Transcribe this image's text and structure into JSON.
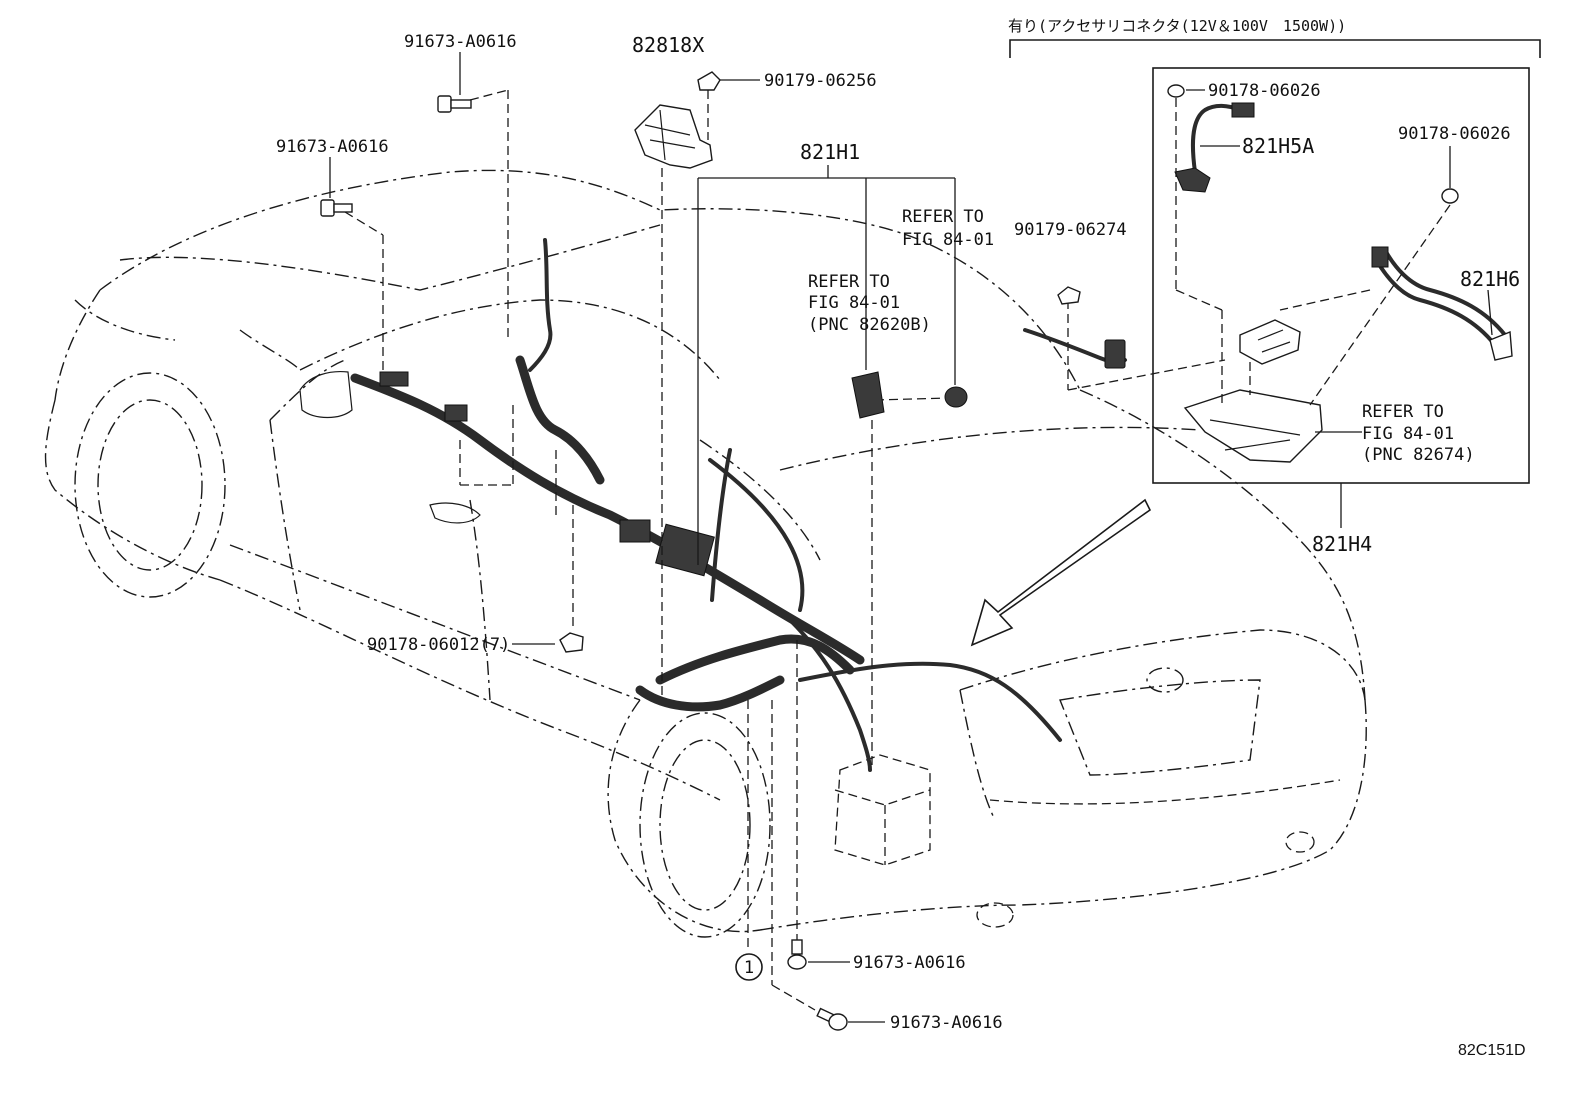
{
  "header_note": "有り(アクセサリコネクタ(12V＆100V　1500W))",
  "diagram_code": "82C151D",
  "callout_number": "1",
  "labels": {
    "bolt_top": "91673-A0616",
    "bolt_left": "91673-A0616",
    "bolt_bottom_1": "91673-A0616",
    "bolt_bottom_2": "91673-A0616",
    "part_82818x": "82818X",
    "nut_90179_06256": "90179-06256",
    "harness_821h1": "821H1",
    "refer_a_line1": "REFER TO",
    "refer_a_line2": "FIG 84-01",
    "refer_b_line1": "REFER TO",
    "refer_b_line2": "FIG 84-01",
    "refer_b_line3": "(PNC 82620B)",
    "nut_90179_06274": "90179-06274",
    "clip_90178_06012": "90178-06012(7)",
    "nut_90178_06026_a": "90178-06026",
    "nut_90178_06026_b": "90178-06026",
    "part_821h5a": "821H5A",
    "part_821h6": "821H6",
    "refer_c_line1": "REFER TO",
    "refer_c_line2": "FIG 84-01",
    "refer_c_line3": "(PNC 82674)",
    "part_821h4": "821H4"
  }
}
